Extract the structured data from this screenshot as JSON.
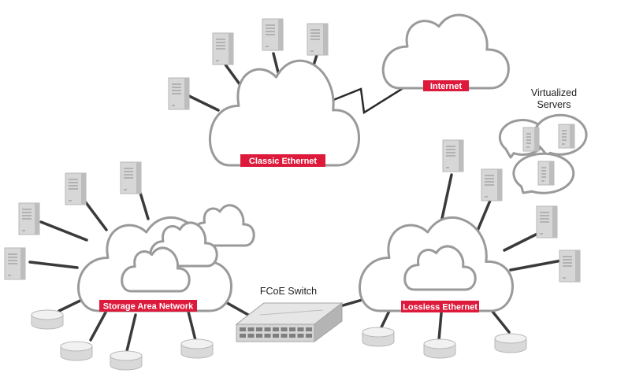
{
  "colors": {
    "accent": "#dd1a3b",
    "cloud_stroke": "#9a9a9a",
    "link": "#3a3a3a"
  },
  "labels": {
    "internet": "Internet",
    "classic_ethernet": "Classic Ethernet",
    "storage_area_network": "Storage Area Network",
    "lossless_ethernet": "Lossless Ethernet",
    "fcoe_switch": "FCoE Switch",
    "virtualized_line1": "Virtualized",
    "virtualized_line2": "Servers"
  },
  "icons": [
    "server-icon",
    "disk-icon",
    "switch-icon",
    "cloud-icon"
  ]
}
